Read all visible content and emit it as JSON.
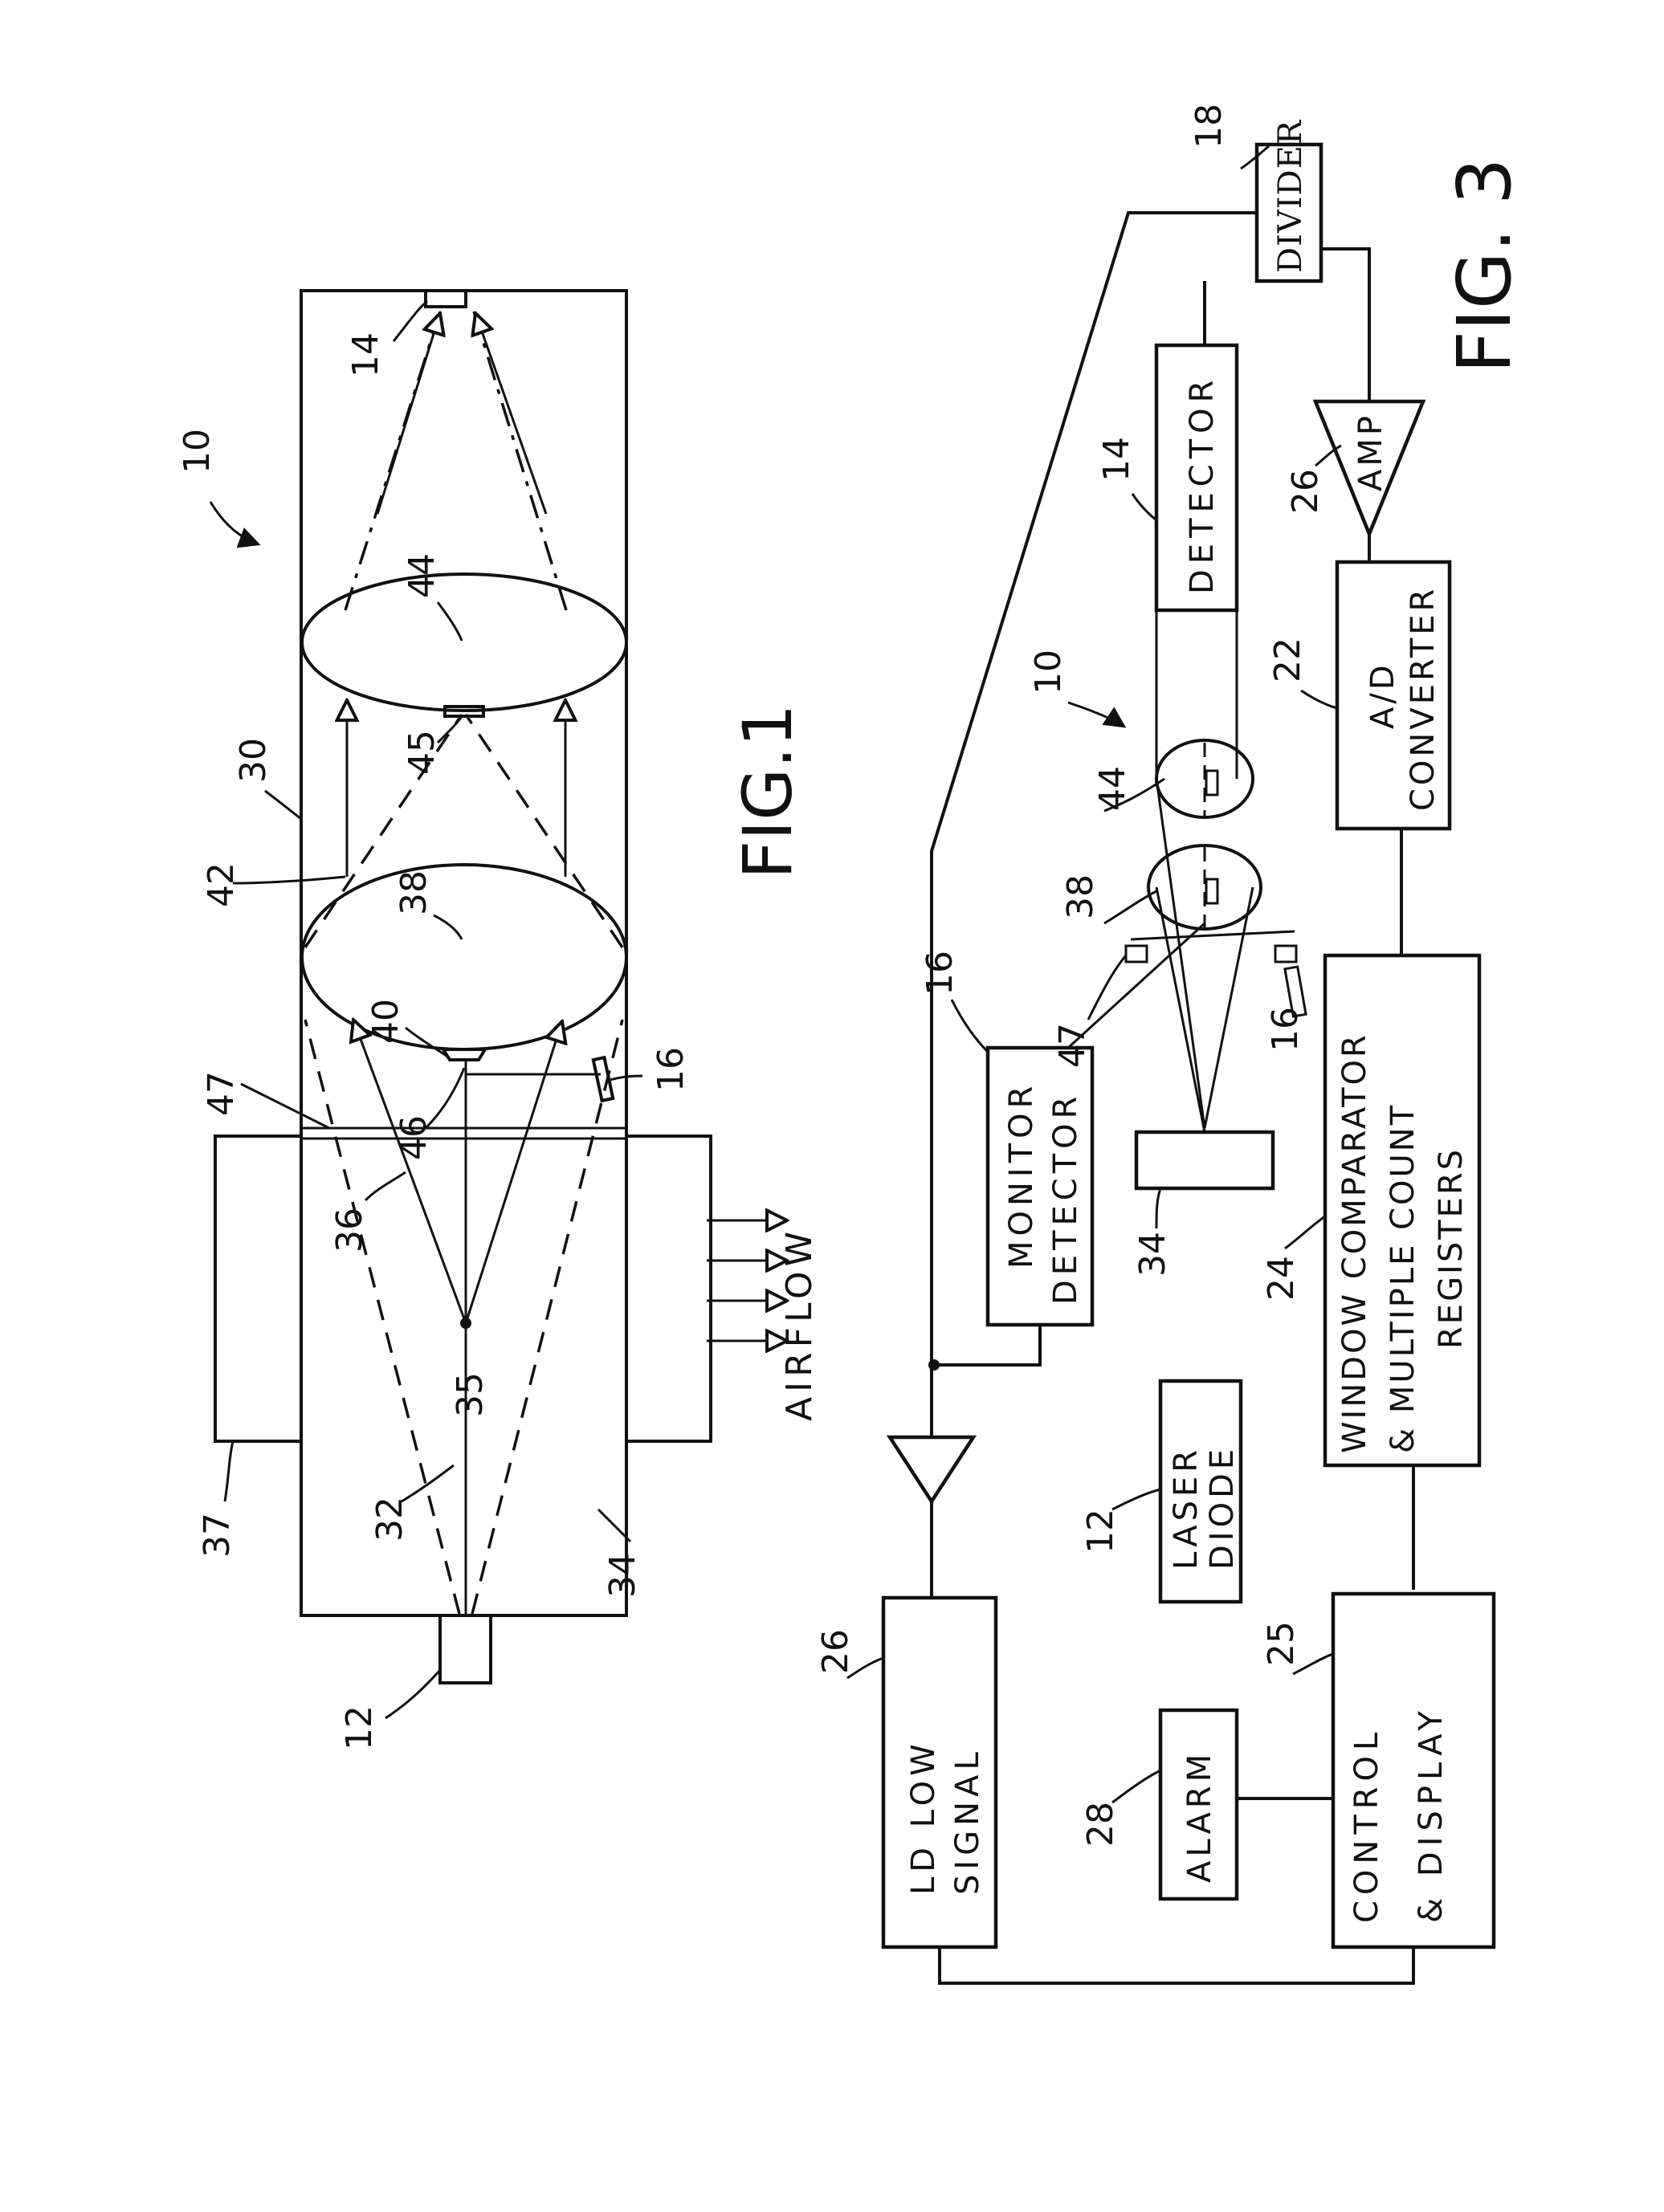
{
  "fig1": {
    "title": "FIG.1",
    "ref_10": "10",
    "ref_12": "12",
    "ref_14": "14",
    "ref_16": "16",
    "ref_30": "30",
    "ref_32": "32",
    "ref_34": "34",
    "ref_35": "35",
    "ref_36": "36",
    "ref_37": "37",
    "ref_38": "38",
    "ref_40": "40",
    "ref_42": "42",
    "ref_44": "44",
    "ref_45": "45",
    "ref_46": "46",
    "ref_47": "47",
    "airflow_label": "AIRFLOW"
  },
  "fig3": {
    "title": "FIG. 3",
    "blocks": {
      "divider": "DIVIDER",
      "detector": "DETECTOR",
      "amp": "AMP",
      "ad_line1": "A/D",
      "ad_line2": "CONVERTER",
      "window_line1": "WINDOW COMPARATOR",
      "window_line2": "& MULTIPLE COUNT",
      "window_line3": "REGISTERS",
      "monitor_line1": "MONITOR",
      "monitor_line2": "DETECTOR",
      "laser_line1": "LASER",
      "laser_line2": "DIODE",
      "ld_line1": "LD LOW",
      "ld_line2": "SIGNAL",
      "alarm": "ALARM",
      "control_line1": "CONTROL",
      "control_line2": "& DISPLAY"
    },
    "refs": {
      "r18": "18",
      "r14": "14",
      "r26_amp": "26",
      "r22": "22",
      "r10": "10",
      "r44": "44",
      "r38": "38",
      "r47": "47",
      "r16_monitor": "16",
      "r16_mirror": "16",
      "r34": "34",
      "r24": "24",
      "r12": "12",
      "r26_ld": "26",
      "r25": "25",
      "r28": "28"
    }
  }
}
